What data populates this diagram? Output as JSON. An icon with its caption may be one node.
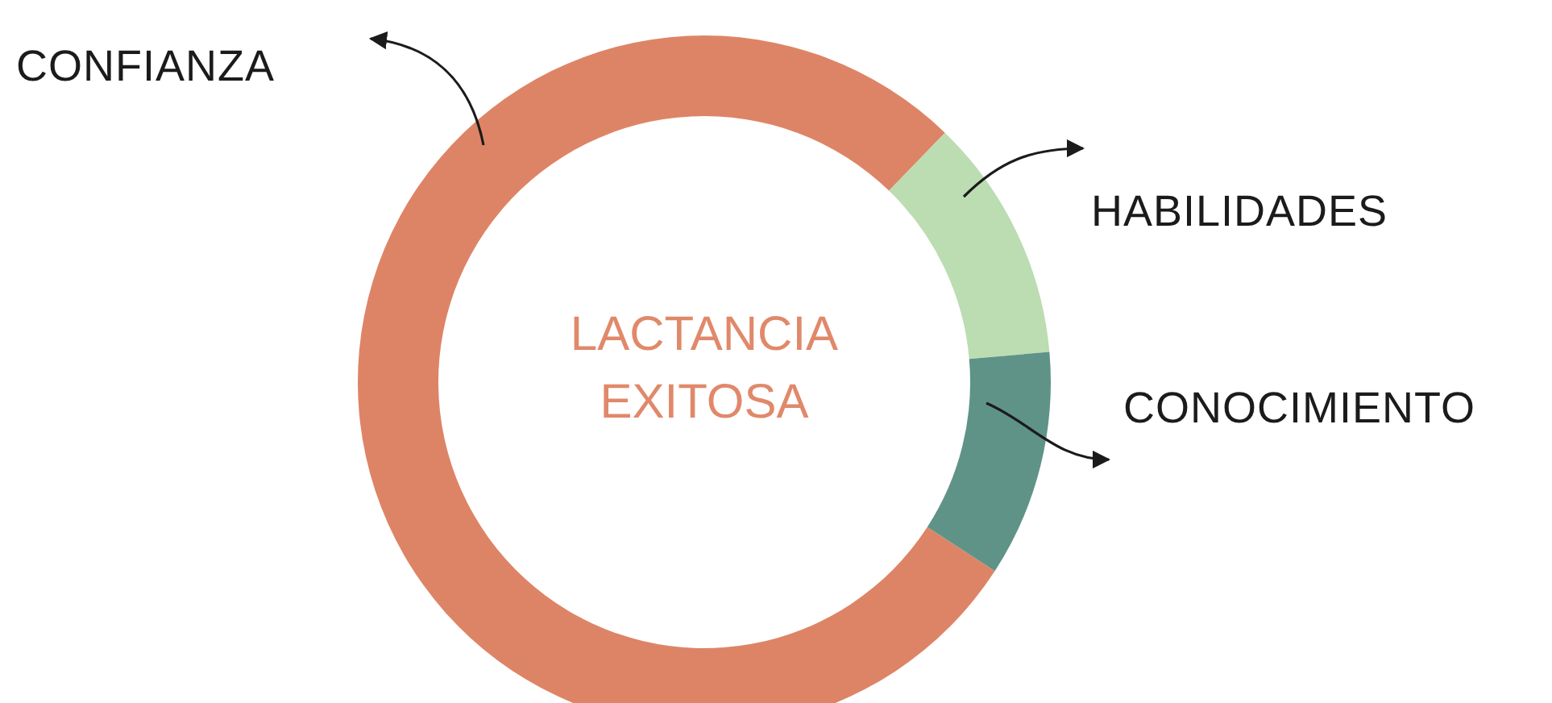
{
  "diagram": {
    "nodes": [
      {
        "text": [
          "CONFIANZA"
        ]
      },
      {
        "text": [],
        "shape": "arc"
      },
      {
        "text": [],
        "shape": "arc"
      },
      {
        "text": [
          "HABILIDADES"
        ]
      },
      {
        "text": [],
        "shape": "arc"
      },
      {
        "text": [
          "CONOCIMIENTO"
        ]
      }
    ],
    "edges": [
      {
        "from": 1,
        "to": 0,
        "arrow": "to"
      },
      {
        "from": 2,
        "to": 3,
        "arrow": "to"
      },
      {
        "from": 4,
        "to": 5,
        "arrow": "to"
      }
    ],
    "labels": [
      "LACTANCIA EXITOSA"
    ]
  }
}
